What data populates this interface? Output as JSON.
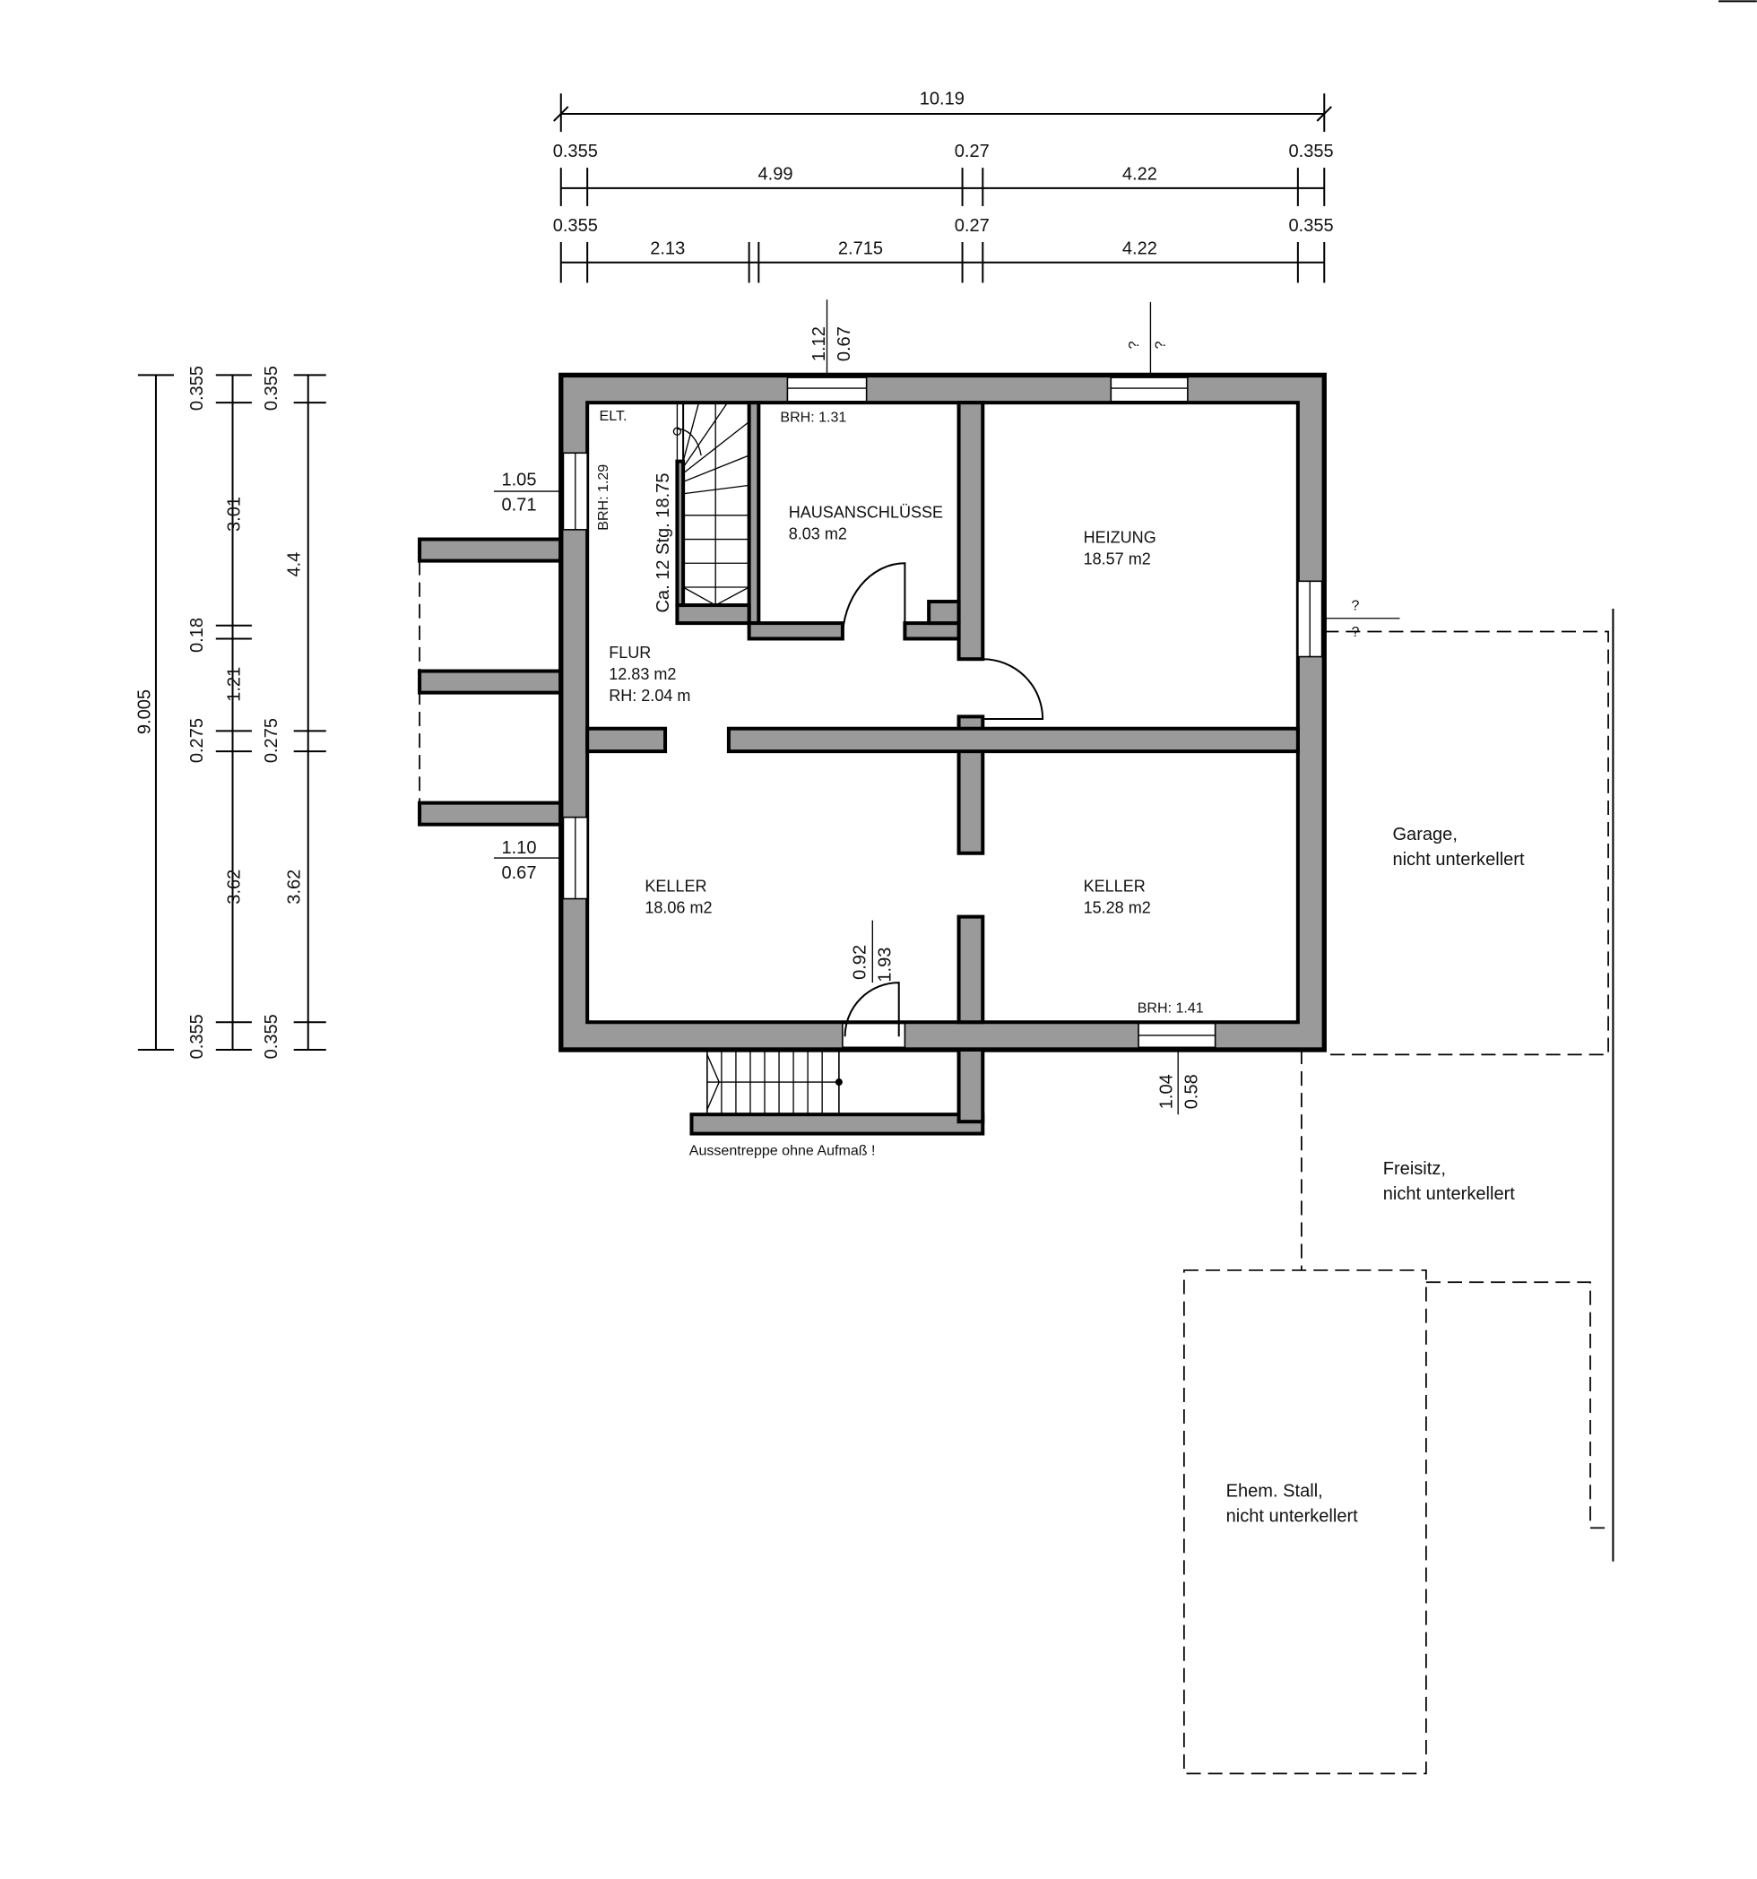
{
  "dimensions": {
    "top_total": "10.19",
    "row1": {
      "left_wall": "0.355",
      "span_left": "4.99",
      "mid_wall": "0.27",
      "span_right": "4.22",
      "right_wall": "0.355"
    },
    "row2": {
      "left_wall": "0.355",
      "span_a": "2.13",
      "span_b": "2.715",
      "mid_wall": "0.27",
      "span_c": "4.22",
      "right_wall": "0.355"
    },
    "left_total": "9.005",
    "col1": [
      "0.355",
      "3.01",
      "0.18",
      "1.21",
      "0.275",
      "3.62",
      "0.355"
    ],
    "col2": [
      "0.355",
      "4.4",
      "0.275",
      "3.62",
      "0.355"
    ]
  },
  "windows": {
    "top_hausanschluss": {
      "top": "1.12",
      "bottom": "0.67",
      "brh": "BRH: 1.31"
    },
    "top_heizung": {
      "top": "?",
      "bottom": "?"
    },
    "left_flur": {
      "top": "1.05",
      "bottom": "0.71",
      "brh": "BRH: 1.29"
    },
    "left_keller": {
      "top": "1.10",
      "bottom": "0.67"
    },
    "right_heizung": {
      "top": "?",
      "bottom": "?"
    },
    "bottom_keller": {
      "top": "1.04",
      "bottom": "0.58",
      "brh": "BRH: 1.41"
    },
    "door_keller": {
      "top": "0.92",
      "bottom": "1.93"
    }
  },
  "rooms": {
    "elt": "ELT.",
    "stairs": "Ca. 12 Stg. 18.75",
    "hausanschluesse": {
      "name": "HAUSANSCHLÜSSE",
      "area": "8.03 m2"
    },
    "heizung": {
      "name": "HEIZUNG",
      "area": "18.57 m2"
    },
    "flur": {
      "name": "FLUR",
      "area": "12.83 m2",
      "height": "RH: 2.04 m"
    },
    "keller_left": {
      "name": "KELLER",
      "area": "18.06 m2"
    },
    "keller_right": {
      "name": "KELLER",
      "area": "15.28 m2"
    }
  },
  "outside": {
    "aussentreppe": "Aussentreppe ohne Aufmaß !",
    "garage": [
      "Garage,",
      "nicht unterkellert"
    ],
    "freisitz": [
      "Freisitz,",
      "nicht unterkellert"
    ],
    "stall": [
      "Ehem. Stall,",
      "nicht unterkellert"
    ]
  }
}
